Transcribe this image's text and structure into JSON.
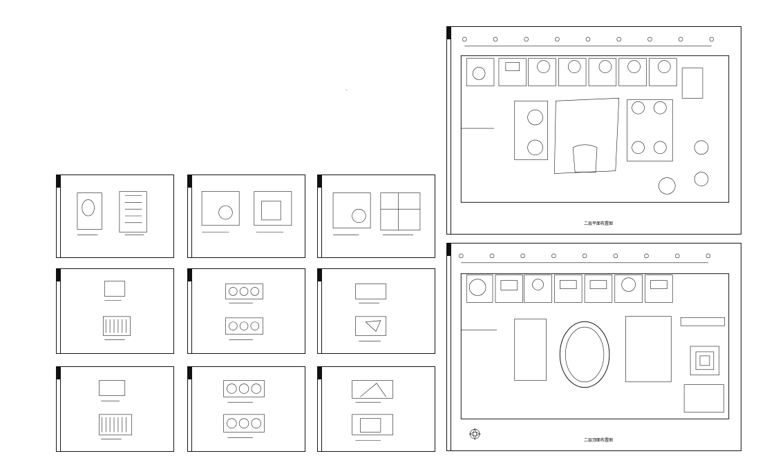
{
  "sheets_small": [
    {
      "id": "r1c1"
    },
    {
      "id": "r1c2"
    },
    {
      "id": "r1c3"
    },
    {
      "id": "r2c1"
    },
    {
      "id": "r2c2"
    },
    {
      "id": "r2c3"
    },
    {
      "id": "r3c1"
    },
    {
      "id": "r3c2"
    },
    {
      "id": "r3c3"
    }
  ],
  "sheets_large": [
    {
      "id": "second-floor-plan",
      "caption": "二层平面布置图"
    },
    {
      "id": "second-floor-ceiling",
      "caption": "二层顶面布置图"
    }
  ],
  "icons": [
    "compass-rose-icon"
  ],
  "colors": {
    "ink": "#111111",
    "paper": "#ffffff"
  }
}
